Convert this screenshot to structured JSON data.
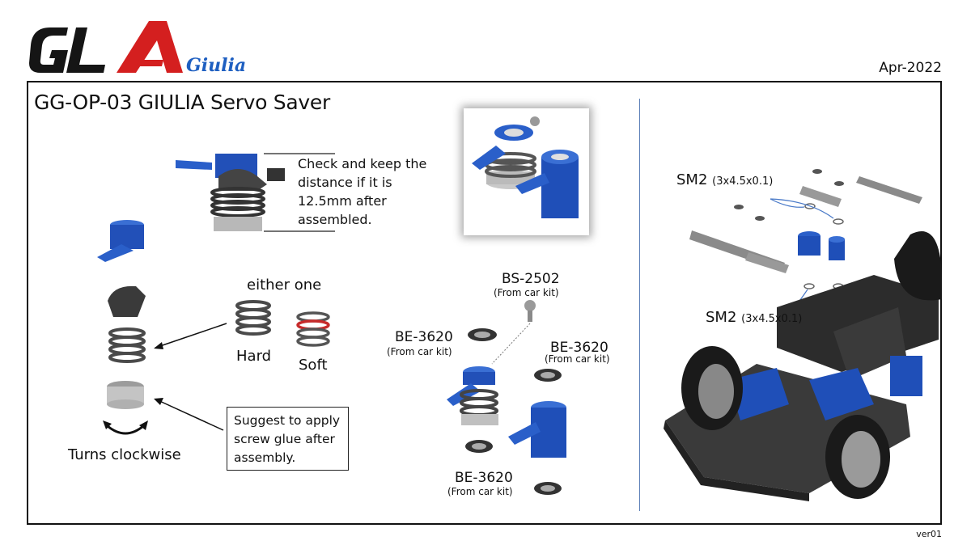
{
  "header": {
    "logo_text": "GLA",
    "logo_subtext": "Giulia",
    "date": "Apr-2022"
  },
  "document": {
    "title": "GG-OP-03 GIULIA Servo Saver",
    "version": "ver01"
  },
  "left_panel": {
    "check_note_lines": [
      "Check and keep the",
      "distance if it is",
      "12.5mm after",
      "assembled."
    ],
    "either_one": "either one",
    "spring_hard": "Hard",
    "spring_soft": "Soft",
    "turns_label": "Turns clockwise",
    "glue_note_lines": [
      "Suggest to apply",
      "screw glue after",
      "assembly."
    ]
  },
  "middle_panel": {
    "bs_part": "BS-2502",
    "bs_source": "(From car kit)",
    "be_left_part": "BE-3620",
    "be_left_source": "(From car kit)",
    "be_right_part": "BE-3620",
    "be_right_source": "(From car kit)",
    "be_bottom_part": "BE-3620",
    "be_bottom_source": "(From car kit)"
  },
  "right_panel": {
    "sm2_top_part": "SM2",
    "sm2_top_spec": "(3x4.5x0.1)",
    "sm2_bottom_part": "SM2",
    "sm2_bottom_spec": "(3x4.5x0.1)"
  },
  "colors": {
    "brand_red": "#d41f1f",
    "brand_blue": "#1e5fc1",
    "part_blue": "#1f4fb8",
    "part_gray": "#3f3f3f",
    "frame": "#111111"
  }
}
